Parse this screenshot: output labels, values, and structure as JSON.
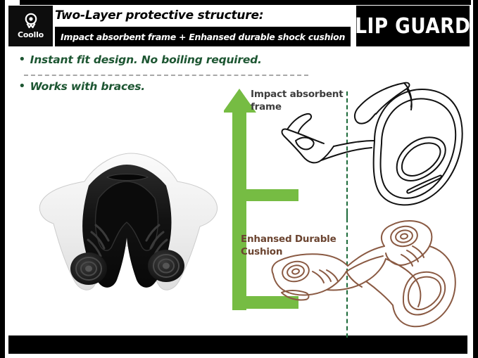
{
  "brand": {
    "name": "Coollo",
    "logo_icon": "badge-ribbon-icon"
  },
  "header": {
    "title": "Two-Layer protective structure:",
    "subtitle": "Impact absorbent frame + Enhansed durable shock cushion",
    "product_badge": "LIP GUARD"
  },
  "features": {
    "bullet_marker": "•",
    "items": [
      "Instant fit design. No boiling required.",
      "Works with braces."
    ]
  },
  "diagram": {
    "arrow_icon": "up-arrow-bracket-icon",
    "top_label": "Impact absorbent frame",
    "bottom_label": "Enhansed Durable Cushion",
    "top_drawing_name": "impact-absorbent-frame-line-drawing",
    "bottom_drawing_name": "enhanced-durable-cushion-line-drawing"
  },
  "product_photo": {
    "alt": "lip-guard-mouthguard-photo"
  },
  "colors": {
    "arrow_green": "#76bc43",
    "bullet_green": "#1d5632",
    "dash_green": "#1d6b3a",
    "cushion_brown": "#8a5a43",
    "label_gray": "#3d3d3d",
    "frame_black": "#000000"
  }
}
